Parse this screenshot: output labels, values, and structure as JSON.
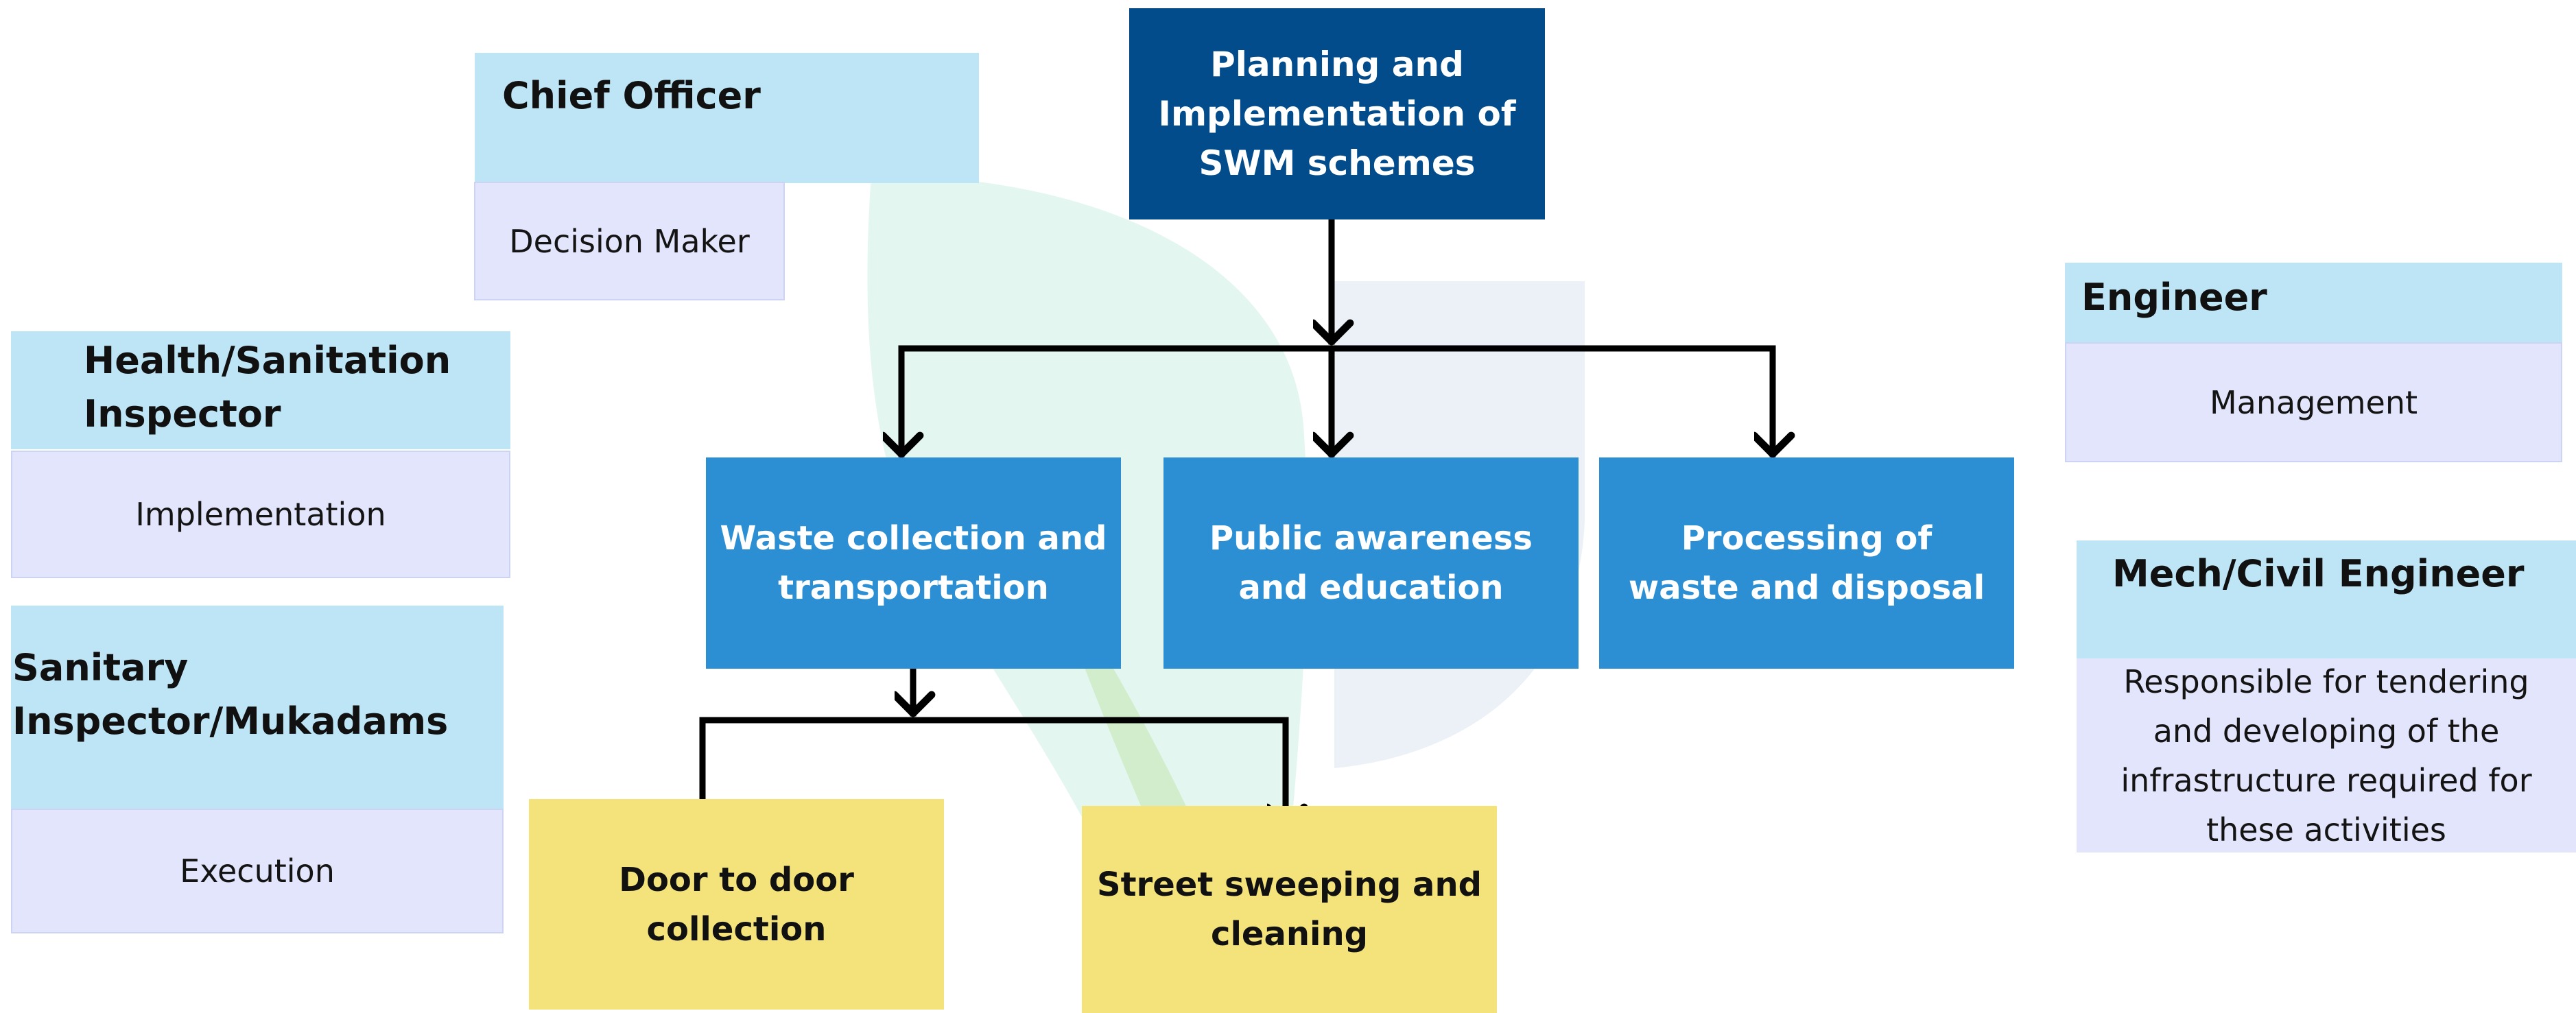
{
  "diagram": {
    "top": "Planning and Implementation of SWM schemes",
    "level2": [
      "Waste collection and transportation",
      "Public awareness and education",
      "Processing of waste and disposal"
    ],
    "level3": [
      "Door to door collection",
      "Street sweeping and cleaning"
    ]
  },
  "roles": {
    "chief_officer": {
      "title": "Chief Officer",
      "desc": "Decision Maker"
    },
    "health_inspector": {
      "title": "Health/Sanitation Inspector",
      "desc": "Implementation"
    },
    "sanitary_inspector": {
      "title": "Sanitary Inspector/Mukadams",
      "desc": "Execution"
    },
    "engineer": {
      "title": "Engineer",
      "desc": "Management"
    },
    "mech_civil_engineer": {
      "title": "Mech/Civil Engineer",
      "desc": "Responsible for tendering and developing of the infrastructure required for these activities"
    }
  },
  "colors": {
    "top_box": "#024c8c",
    "level2_box": "#2c8fd4",
    "level3_box": "#f4e37a",
    "role_header": "#bee5f5",
    "role_desc": "#e2e5fb",
    "connector": "#000000"
  },
  "icons": {
    "watermark": "leaf-watermark-icon"
  }
}
